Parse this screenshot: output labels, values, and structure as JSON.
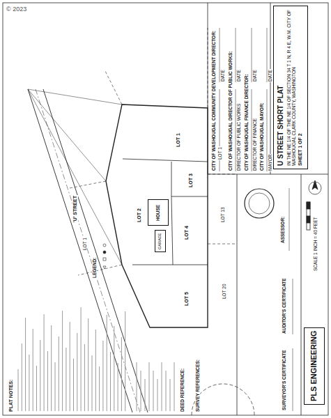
{
  "diagram": {
    "nodes": [
      {
        "text": [
          "U STREET SHORT PLAT",
          "IN THE NE 1/4 OF THE NE 1/4 OF SECTION 34 T 1 N, R 4 E, W.M. CITY OF WASHOUGAL CLARK COUNTY, WASHINGTON",
          "SHEET 1 OF 2"
        ]
      },
      {
        "text": [
          "HOUSE"
        ]
      },
      {
        "text": [
          "GARAGE"
        ]
      },
      {
        "text": [
          "PLS ENGINEERING"
        ]
      }
    ],
    "labels": [
      "© 2023",
      "CITY OF WASHOUGAL MAYOR:",
      "MAYOR",
      "DATE",
      "CITY OF WASHOUGAL FINANCE DIRECTOR:",
      "DIRECTOR OF FINANCE",
      "DATE",
      "CITY OF WASHOUGAL DIRECTOR OF PUBLIC WORKS:",
      "DIRECTOR OF PUBLIC WORKS",
      "DATE",
      "CITY OF WASHOUGAL COMMUNITY DEVELOPMENT DIRECTOR:",
      "DATE",
      "ASSESSOR:",
      "AUDITOR'S CERTIFICATE",
      "SURVEYOR'S CERTIFICATE",
      "SCALE 1 INCH = 40 FEET",
      "LOT 1",
      "LOT 2",
      "LOT 3",
      "LOT 4",
      "LOT 5",
      "LOT 1",
      "LOT 13",
      "LOT 20",
      "LOT 1",
      "'U' STREET",
      "LEGEND:",
      "PLAT NOTES:",
      "DEED REFERENCE:",
      "SURVEY REFERENCES:"
    ]
  }
}
